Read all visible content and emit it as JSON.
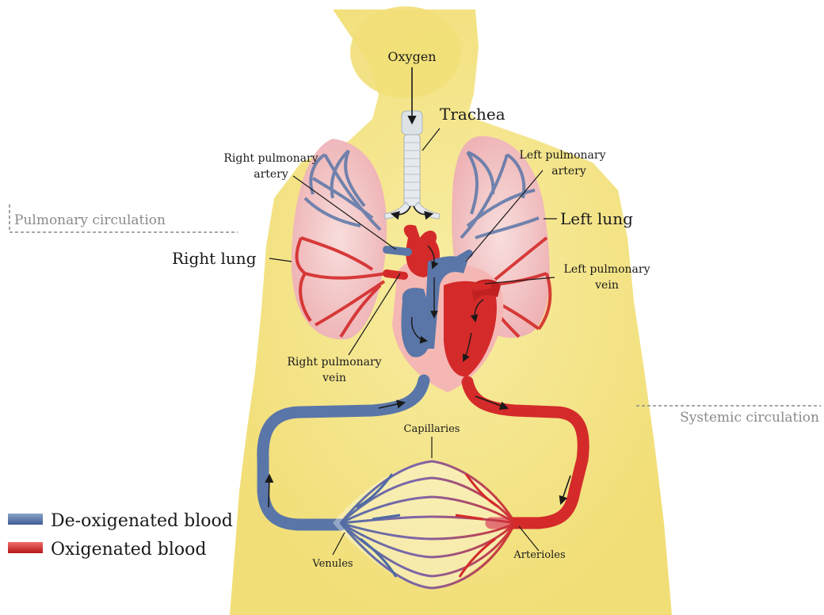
{
  "labels": {
    "oxygen": "Oxygen",
    "trachea": "Trachea",
    "right_pulmonary_artery_1": "Right pulmonary",
    "right_pulmonary_artery_2": "artery",
    "left_pulmonary_artery_1": "Left pulmonary",
    "left_pulmonary_artery_2": "artery",
    "left_lung": "Left lung",
    "right_lung": "Right lung",
    "left_pulmonary_vein_1": "Left pulmonary",
    "left_pulmonary_vein_2": "vein",
    "right_pulmonary_vein_1": "Right pulmonary",
    "right_pulmonary_vein_2": "vein",
    "capillaries": "Capillaries",
    "venules": "Venules",
    "arterioles": "Arterioles"
  },
  "circulation": {
    "pulmonary": "Pulmonary circulation",
    "systemic": "Systemic circulation"
  },
  "legend": {
    "deoxygenated": "De-oxigenated blood",
    "oxygenated": "Oxigenated blood"
  },
  "colors": {
    "deoxygenated": "#5a76a8",
    "oxygenated": "#d42a2a",
    "body": "#f3e27a",
    "lung": "#f2c2c6",
    "trachea": "#e2e6ea",
    "heart_sac": "#f5b7b3",
    "label_grey": "#8a8a8a"
  }
}
